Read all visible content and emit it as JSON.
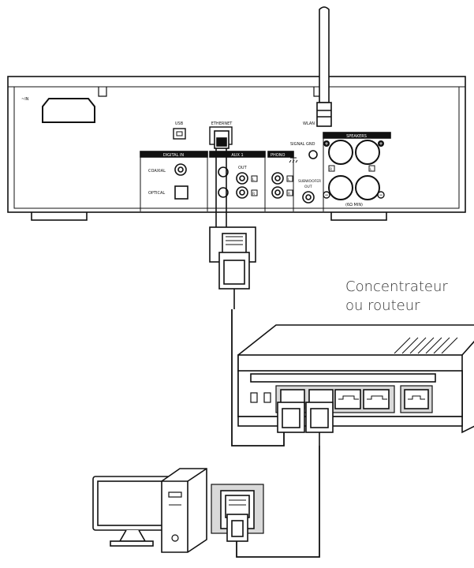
{
  "amp": {
    "ac_in": "~IN",
    "usb": "USB",
    "ethernet": "ETHERNET",
    "wlan": "WLAN",
    "signal_gnd": "SIGNAL GND",
    "digital_in": "DIGITAL IN",
    "coaxial": "COAXIAL",
    "optical": "OPTICAL",
    "aux1": "AUX 1",
    "out": "OUT",
    "phono": "PHONO",
    "speakers": "SPEAKERS",
    "subwoofer": "SUBWOOFER",
    "sub_out": "OUT",
    "min_ohm": "(6Ω MIN)",
    "ch_l": "L",
    "ch_r": "R",
    "plus": "+",
    "minus": "−"
  },
  "hub": {
    "line1": "Concentrateur",
    "line2": "ou routeur"
  }
}
